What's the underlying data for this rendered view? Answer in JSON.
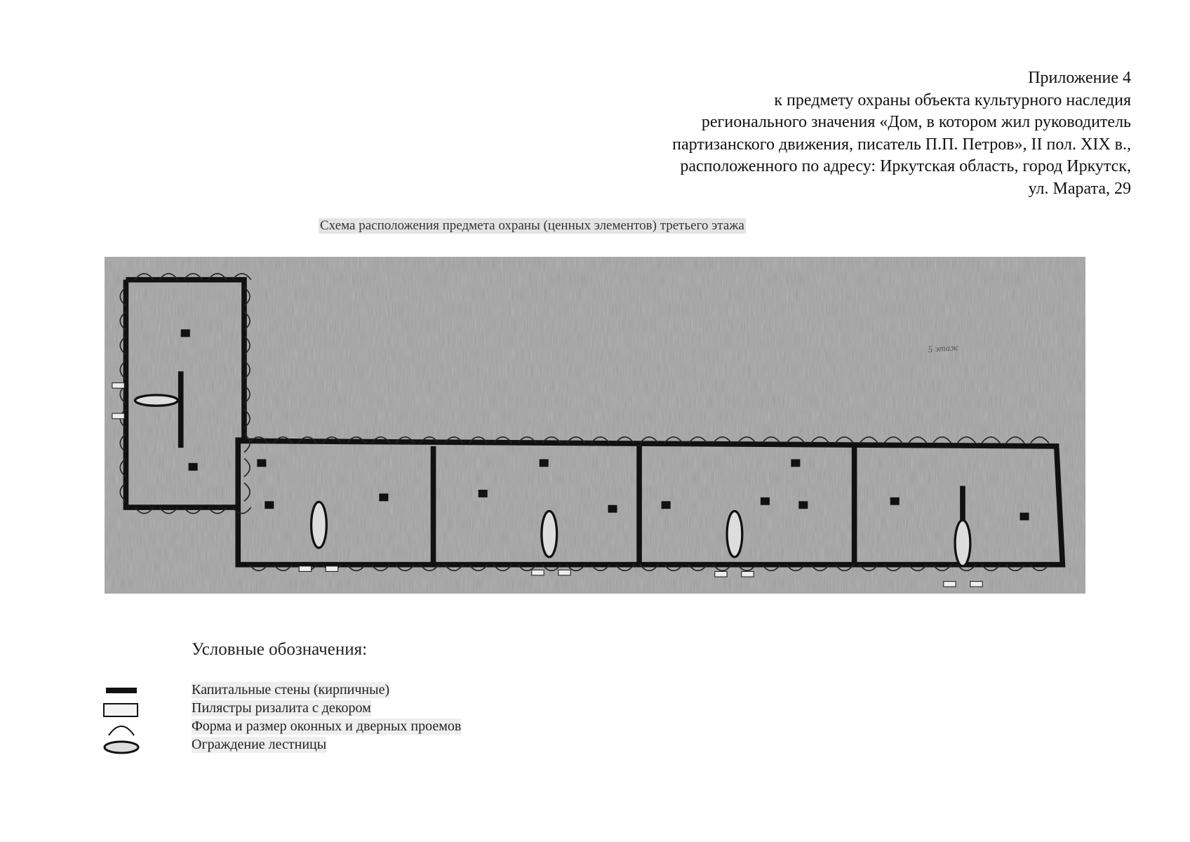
{
  "header": {
    "lines": [
      "Приложение 4",
      "к предмету охраны объекта культурного наследия",
      "регионального значения «Дом, в котором жил руководитель",
      "партизанского движения, писатель П.П. Петров», II пол. XIX в.,",
      "расположенного по адресу: Иркутская область, город Иркутск,",
      "ул. Марата, 29"
    ]
  },
  "caption": "Схема расположения предмета охраны (ценных элементов) третьего этажа",
  "plan": {
    "scale_note": "5 этаж"
  },
  "legend": {
    "title": "Условные обозначения:",
    "items": [
      {
        "icon": "wall-bar-icon",
        "label": "Капитальные стены (кирпичные)"
      },
      {
        "icon": "pilaster-rect-icon",
        "label": "Пилястры ризалита с декором"
      },
      {
        "icon": "window-arc-icon",
        "label": "Форма и размер оконных и дверных проемов"
      },
      {
        "icon": "stair-railing-oval-icon",
        "label": "Ограждение лестницы"
      }
    ]
  },
  "colors": {
    "plan_background": "#9a9a9a",
    "walls": "#111111"
  }
}
